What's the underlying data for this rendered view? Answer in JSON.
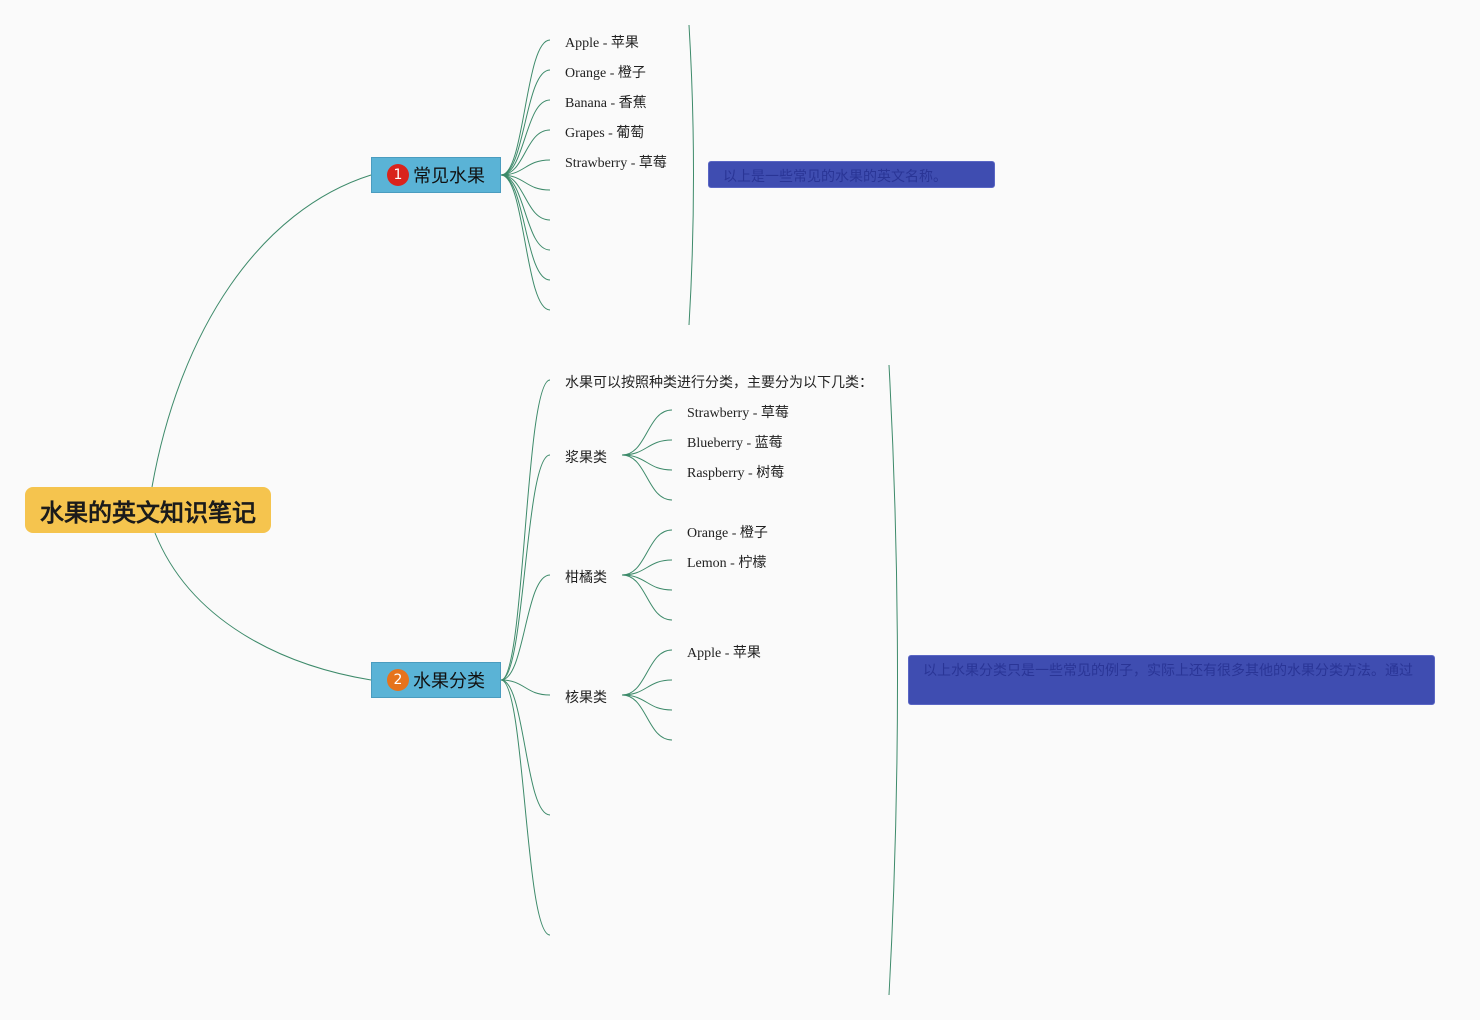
{
  "root": {
    "title": "水果的英文知识笔记"
  },
  "topics": [
    {
      "marker": "1",
      "marker_color": "#d9231c",
      "label": "常见水果",
      "items": [
        "Apple - 苹果",
        "Orange - 橙子",
        "Banana - 香蕉",
        "Grapes - 葡萄",
        "Strawberry - 草莓"
      ],
      "summary": "以上是一些常见的水果的英文名称。"
    },
    {
      "marker": "2",
      "marker_color": "#e6731c",
      "label": "水果分类",
      "intro": "水果可以按照种类进行分类，主要分为以下几类：",
      "categories": [
        {
          "label": "浆果类",
          "items": [
            "Strawberry - 草莓",
            "Blueberry - 蓝莓",
            "Raspberry - 树莓"
          ]
        },
        {
          "label": "柑橘类",
          "items": [
            "Orange - 橙子",
            "Lemon - 柠檬"
          ]
        },
        {
          "label": "核果类",
          "items": [
            "Apple - 苹果"
          ]
        }
      ],
      "summary": "以上水果分类只是一些常见的例子，实际上还有很多其他的水果分类方法。通过"
    }
  ],
  "colors": {
    "line": "#3d8a6a",
    "root": "#f5c44e",
    "topic": "#5ab3d6",
    "summary": "#3f4db1"
  }
}
